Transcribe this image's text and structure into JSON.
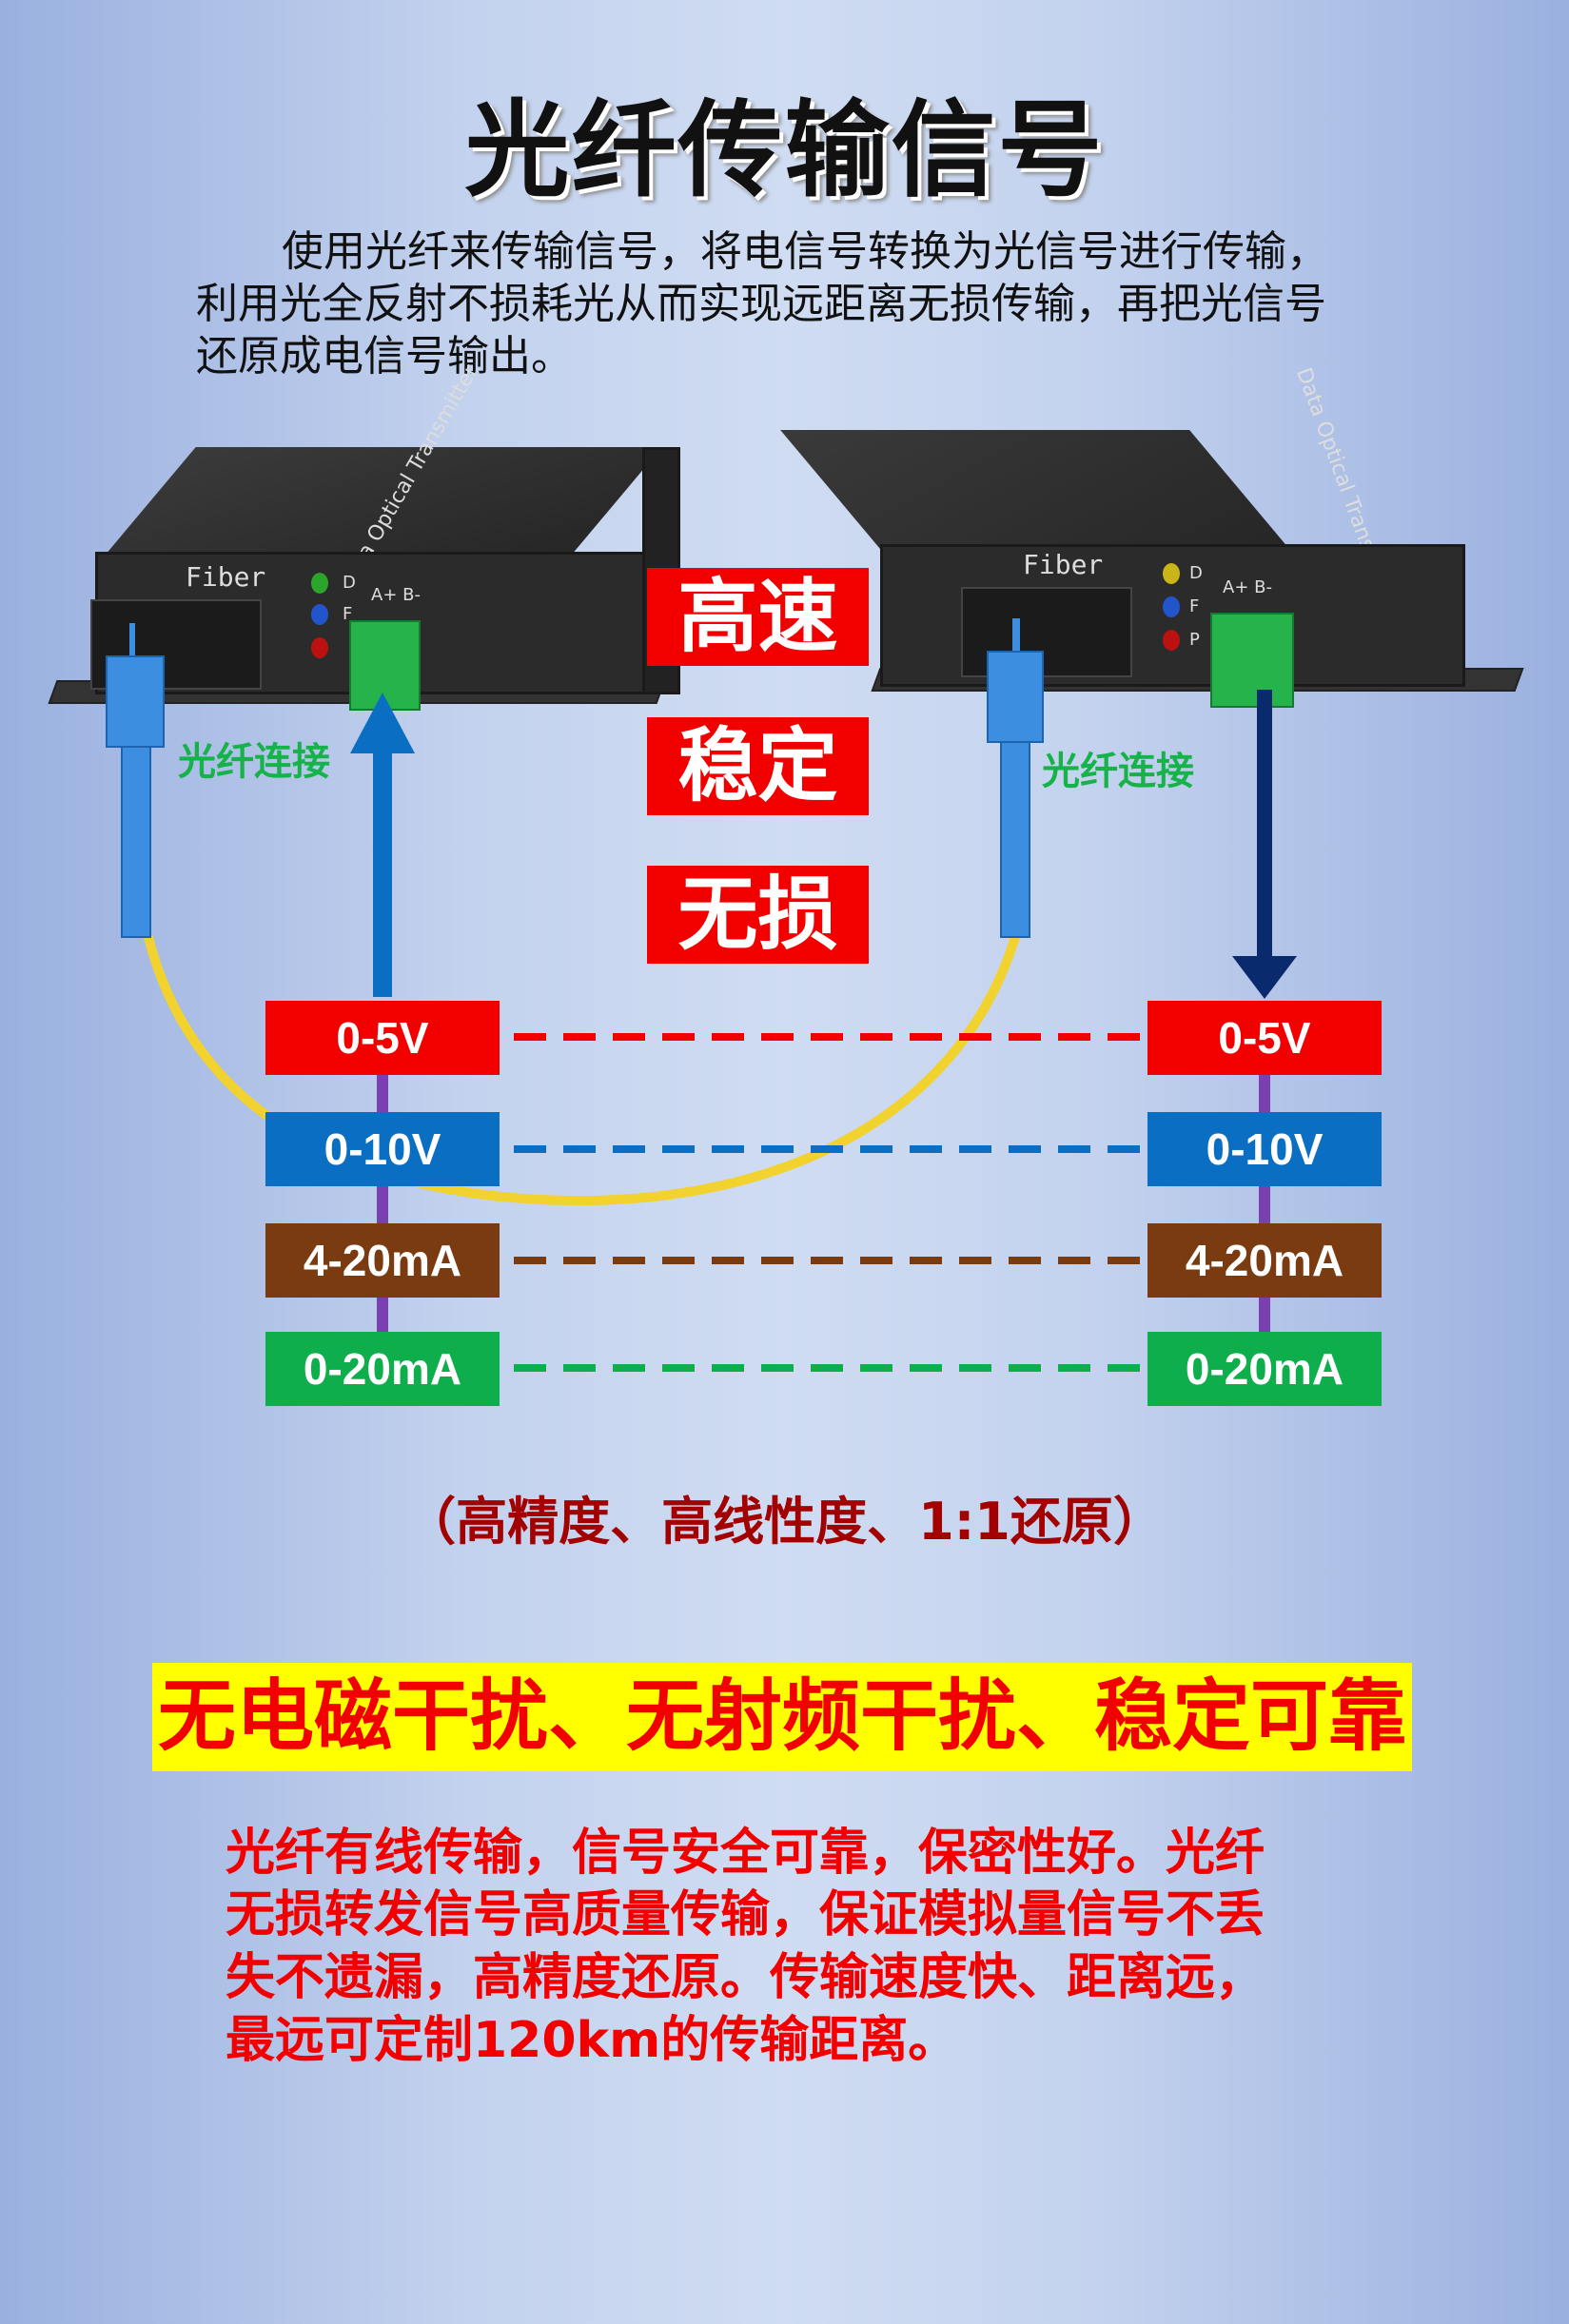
{
  "title": "光纤传输信号",
  "intro": [
    "使用光纤来传输信号，将电信号转换为光信号进行传输，",
    "利用光全反射不损耗光从而实现远距离无损传输，再把光信号",
    "还原成电信号输出。"
  ],
  "devices": {
    "brand_text": "Data Optical Transmitter",
    "fiber_label": "Fiber",
    "leds": [
      "D",
      "F",
      "P"
    ],
    "terminal_label": "A+ B-"
  },
  "fiber_connection_label": "光纤连接",
  "features": [
    "高速",
    "稳定",
    "无损"
  ],
  "signals": [
    {
      "label": "0-5V",
      "color": "#f20000"
    },
    {
      "label": "0-10V",
      "color": "#0a6fc2"
    },
    {
      "label": "4-20mA",
      "color": "#7b3b10"
    },
    {
      "label": "0-20mA",
      "color": "#0fae4c"
    }
  ],
  "note": "（高精度、高线性度、1:1还原）",
  "banner": "无电磁干扰、无射频干扰、稳定可靠",
  "description": [
    "光纤有线传输，信号安全可靠，保密性好。光纤",
    "无损转发信号高质量传输，保证模拟量信号不丢",
    "失不遗漏，高精度还原。传输速度快、距离远，",
    "最远可定制120km的传输距离。"
  ],
  "colors": {
    "accent_red": "#f20000",
    "banner_yellow": "#ffff00",
    "connector_purple": "#7a3fb0",
    "arrow_up": "#0a6fc2",
    "arrow_down": "#0a2a6e",
    "fiber": "#f2d22e"
  }
}
